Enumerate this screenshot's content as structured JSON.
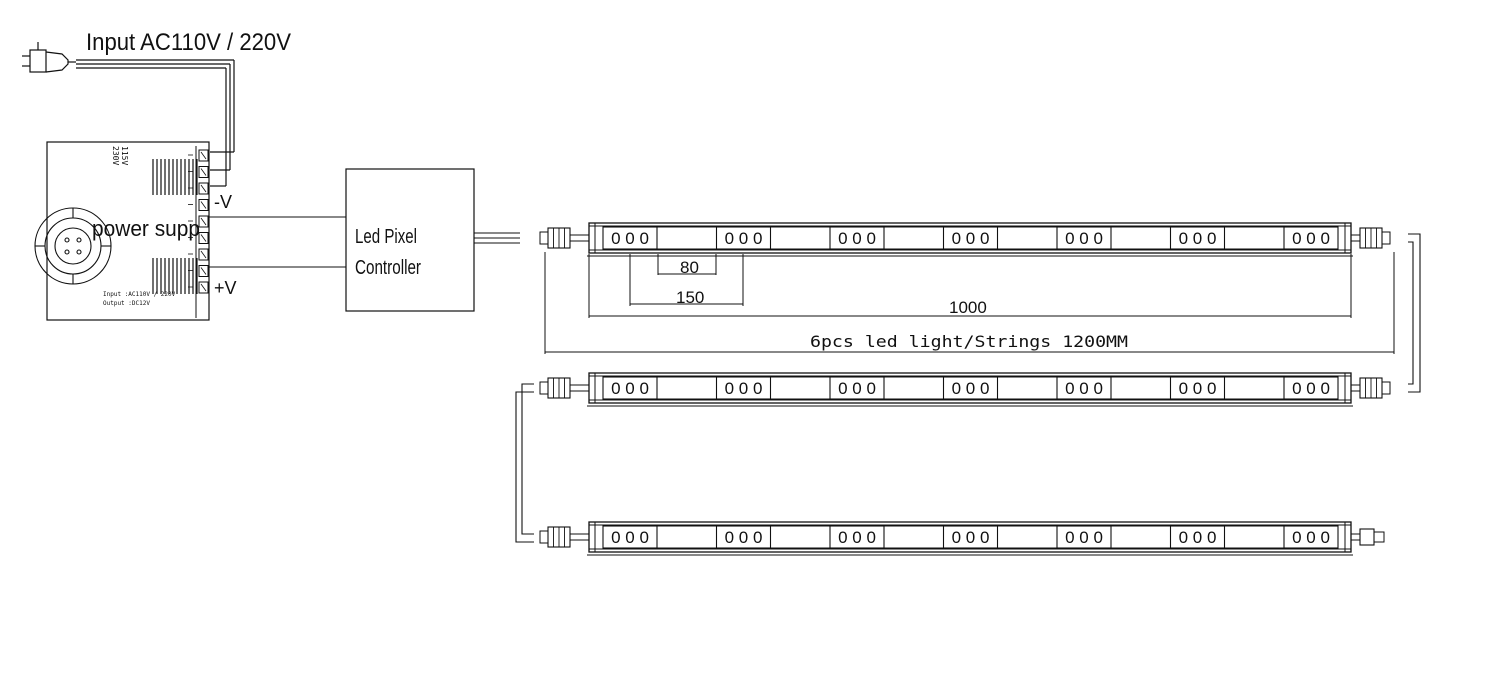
{
  "input_label": "Input AC110V /  220V",
  "power_supply": {
    "label": "power supp",
    "voltage_side": "115V\n230V",
    "small_text_1": "Input :AC110V /  220V",
    "small_text_2": "Output :DC12V",
    "minus_label": "-V",
    "plus_label": "+V"
  },
  "controller": {
    "line1": "Led Pixel",
    "line2": "Controller"
  },
  "dimensions": {
    "d80": "80",
    "d150": "150",
    "d1000": "1000",
    "string_label": "6pcs led light/Strings 1200MM"
  },
  "strip": {
    "led_glyph": "0 0 0",
    "segments_per_strip": 7,
    "strip_count": 3
  },
  "colors": {
    "line": "#111111",
    "background": "#ffffff"
  }
}
